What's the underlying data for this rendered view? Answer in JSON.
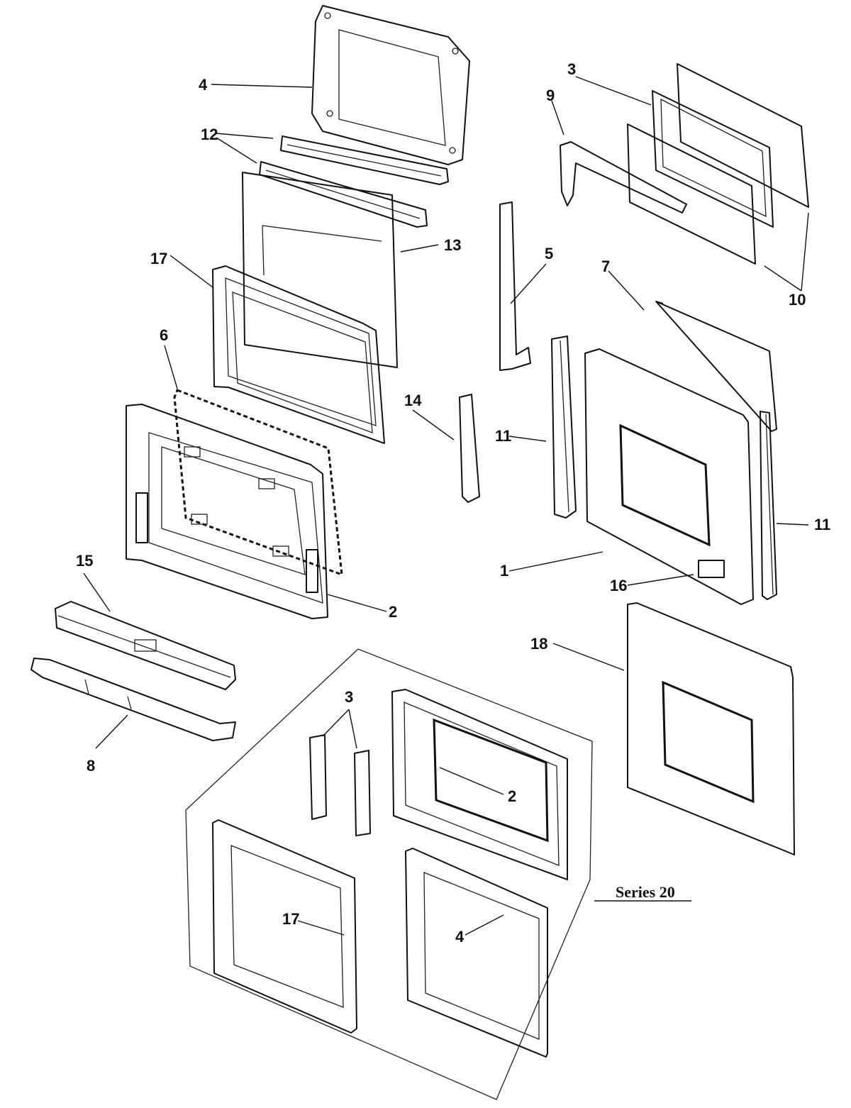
{
  "callouts": {
    "c1": "1",
    "c2a": "2",
    "c2b": "2",
    "c3a": "3",
    "c3b": "3",
    "c4a": "4",
    "c4b": "4",
    "c5": "5",
    "c6": "6",
    "c7": "7",
    "c8": "8",
    "c9": "9",
    "c10": "10",
    "c11a": "11",
    "c11b": "11",
    "c12": "12",
    "c13": "13",
    "c14": "14",
    "c15": "15",
    "c16": "16",
    "c17a": "17",
    "c17b": "17",
    "c18": "18"
  },
  "series_label": "Series 20",
  "colors": {
    "line": "#111111",
    "background": "#ffffff"
  }
}
